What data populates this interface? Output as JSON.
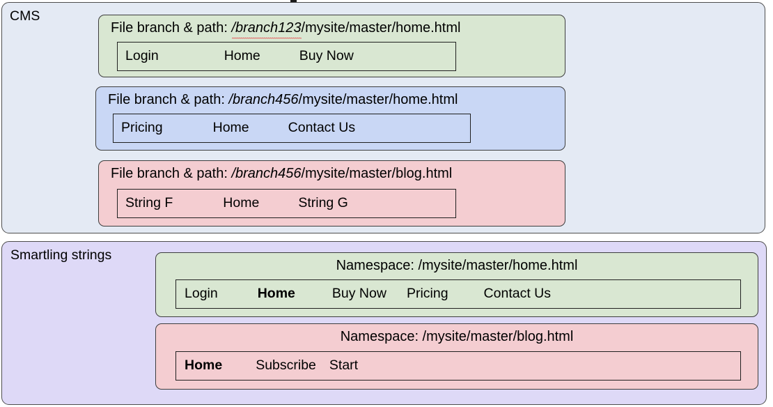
{
  "diagram": {
    "title_fragment_visible": true,
    "colors": {
      "cms_panel_bg": "#e4eaf4",
      "smartling_panel_bg": "#ded9f7",
      "green_card": "#d9e7d2",
      "blue_card": "#c9d7f5",
      "pink_card": "#f4cdd1",
      "card_border": "#3d3d3d",
      "panel_border": "#4d4d4d",
      "spellcheck_underline": "#e8333a"
    }
  },
  "cms": {
    "label": "CMS",
    "cards": [
      {
        "color": "green",
        "title_prefix": "File branch & path: ",
        "branch": "/branch123",
        "path": "/mysite/master/home.html",
        "branch_spellchecked": true,
        "strings": [
          {
            "text": "Login",
            "bold": false
          },
          {
            "text": "Home",
            "bold": false
          },
          {
            "text": "Buy Now",
            "bold": false
          }
        ]
      },
      {
        "color": "blue",
        "title_prefix": "File branch & path: ",
        "branch": "/branch456",
        "path": "/mysite/master/home.html",
        "branch_spellchecked": false,
        "strings": [
          {
            "text": "Pricing",
            "bold": false
          },
          {
            "text": "Home",
            "bold": false
          },
          {
            "text": "Contact Us",
            "bold": false
          }
        ]
      },
      {
        "color": "pink",
        "title_prefix": "File branch & path: ",
        "branch": "/branch456",
        "path": "/mysite/master/blog.html",
        "branch_spellchecked": false,
        "strings": [
          {
            "text": "String F",
            "bold": false
          },
          {
            "text": "Home",
            "bold": false
          },
          {
            "text": "String G",
            "bold": false
          }
        ]
      }
    ]
  },
  "smartling": {
    "label": "Smartling strings",
    "cards": [
      {
        "color": "green",
        "title": "Namespace: /mysite/master/home.html",
        "strings": [
          {
            "text": "Login",
            "bold": false
          },
          {
            "text": "Home",
            "bold": true
          },
          {
            "text": "Buy Now",
            "bold": false
          },
          {
            "text": "Pricing",
            "bold": false
          },
          {
            "text": "Contact Us",
            "bold": false
          }
        ]
      },
      {
        "color": "pink",
        "title": "Namespace: /mysite/master/blog.html",
        "strings": [
          {
            "text": "Home",
            "bold": true
          },
          {
            "text": "Subscribe",
            "bold": false
          },
          {
            "text": "Start",
            "bold": false
          }
        ]
      }
    ]
  }
}
